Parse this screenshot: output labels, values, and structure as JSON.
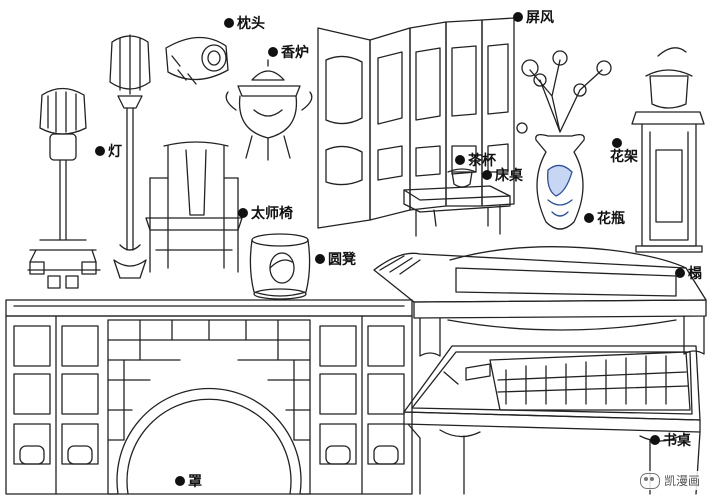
{
  "labels": {
    "pillow": "枕头",
    "censer": "香炉",
    "screen": "屏风",
    "lamp": "灯",
    "teacup": "茶杯",
    "bed_table": "床桌",
    "flower_stand": "花架",
    "armchair": "太师椅",
    "vase": "花瓶",
    "drum_stool": "圆凳",
    "daybed": "榻",
    "partition": "罩",
    "desk": "书桌"
  },
  "watermark": "凯漫画",
  "colors": {
    "ink": "#222222",
    "blue": "#2b4fa0"
  }
}
